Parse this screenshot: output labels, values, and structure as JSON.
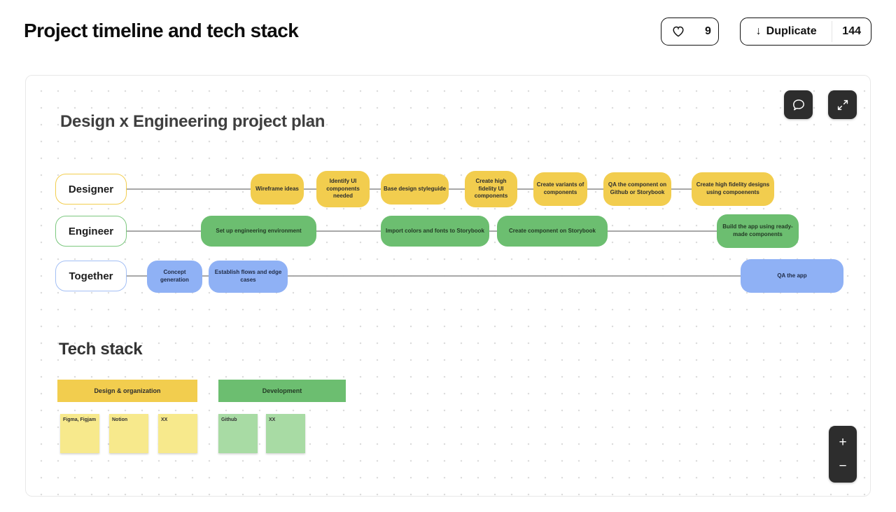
{
  "page": {
    "title": "Project timeline and tech stack"
  },
  "header": {
    "like_button": {
      "icon": "heart-outline-icon",
      "count": "9"
    },
    "duplicate_button": {
      "icon": "arrow-down-icon",
      "arrow": "↓",
      "label": "Duplicate",
      "count": "144"
    }
  },
  "canvas": {
    "title": "Design x Engineering project plan",
    "toolbar_icons": [
      "comment-bubble-icon",
      "expand-arrows-icon"
    ],
    "colors": {
      "node_yellow": "#F2CD4E",
      "node_green": "#6CBE70",
      "node_blue": "#8FB1F5",
      "sticky_yellow": "#F7E98C",
      "sticky_green": "#A8DBA4",
      "connector": "#A8A8A8",
      "dark_button": "#2D2D2D"
    },
    "rows": [
      {
        "label": "Designer",
        "color": "#F2CD4E",
        "nodes": [
          "Wireframe ideas",
          "Identify UI components needed",
          "Base design styleguide",
          "Create high fidelity UI components",
          "Create variants of components",
          "QA the component on Github or Storybook",
          "Create high fidelity designs using compoenents"
        ]
      },
      {
        "label": "Engineer",
        "color": "#6CBE70",
        "nodes": [
          "Set up engineering environment",
          "Import colors and fonts to Storybook",
          "Create component on Storybook",
          "Build the app using ready-made components"
        ]
      },
      {
        "label": "Together",
        "color": "#8FB1F5",
        "nodes": [
          "Concept generation",
          "Establish flows and edge cases",
          "QA the app"
        ]
      }
    ],
    "tech_stack": {
      "title": "Tech stack",
      "categories": [
        {
          "label": "Design & organization",
          "color": "#F2CD4E",
          "stickies": [
            "Figma, Figjam",
            "Notion",
            "XX"
          ]
        },
        {
          "label": "Development",
          "color": "#6CBE70",
          "stickies": [
            "Github",
            "XX"
          ]
        }
      ]
    },
    "zoom_controls": {
      "zoom_in": "+",
      "zoom_out": "−"
    }
  }
}
